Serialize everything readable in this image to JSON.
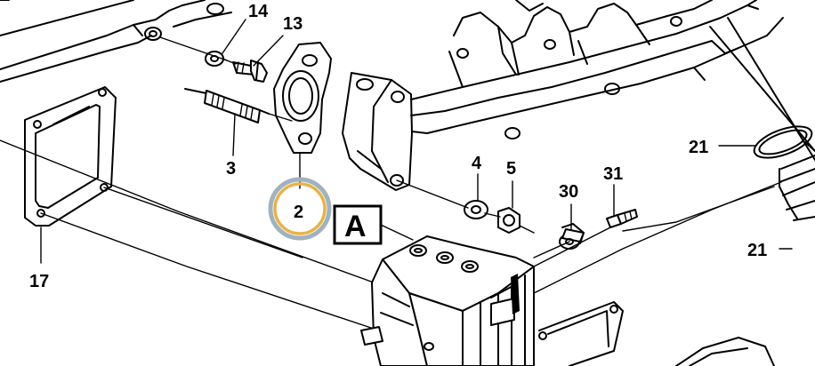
{
  "callouts": {
    "c14": "14",
    "c13": "13",
    "c3": "3",
    "c2": "2",
    "c4": "4",
    "c5": "5",
    "c30": "30",
    "c31": "31",
    "c21a": "21",
    "c21b": "21",
    "c17": "17",
    "view_label": "A"
  },
  "highlight": {
    "part": "2",
    "ring_outer": "#9fb2bd",
    "ring_inner": "#e7b24a"
  }
}
